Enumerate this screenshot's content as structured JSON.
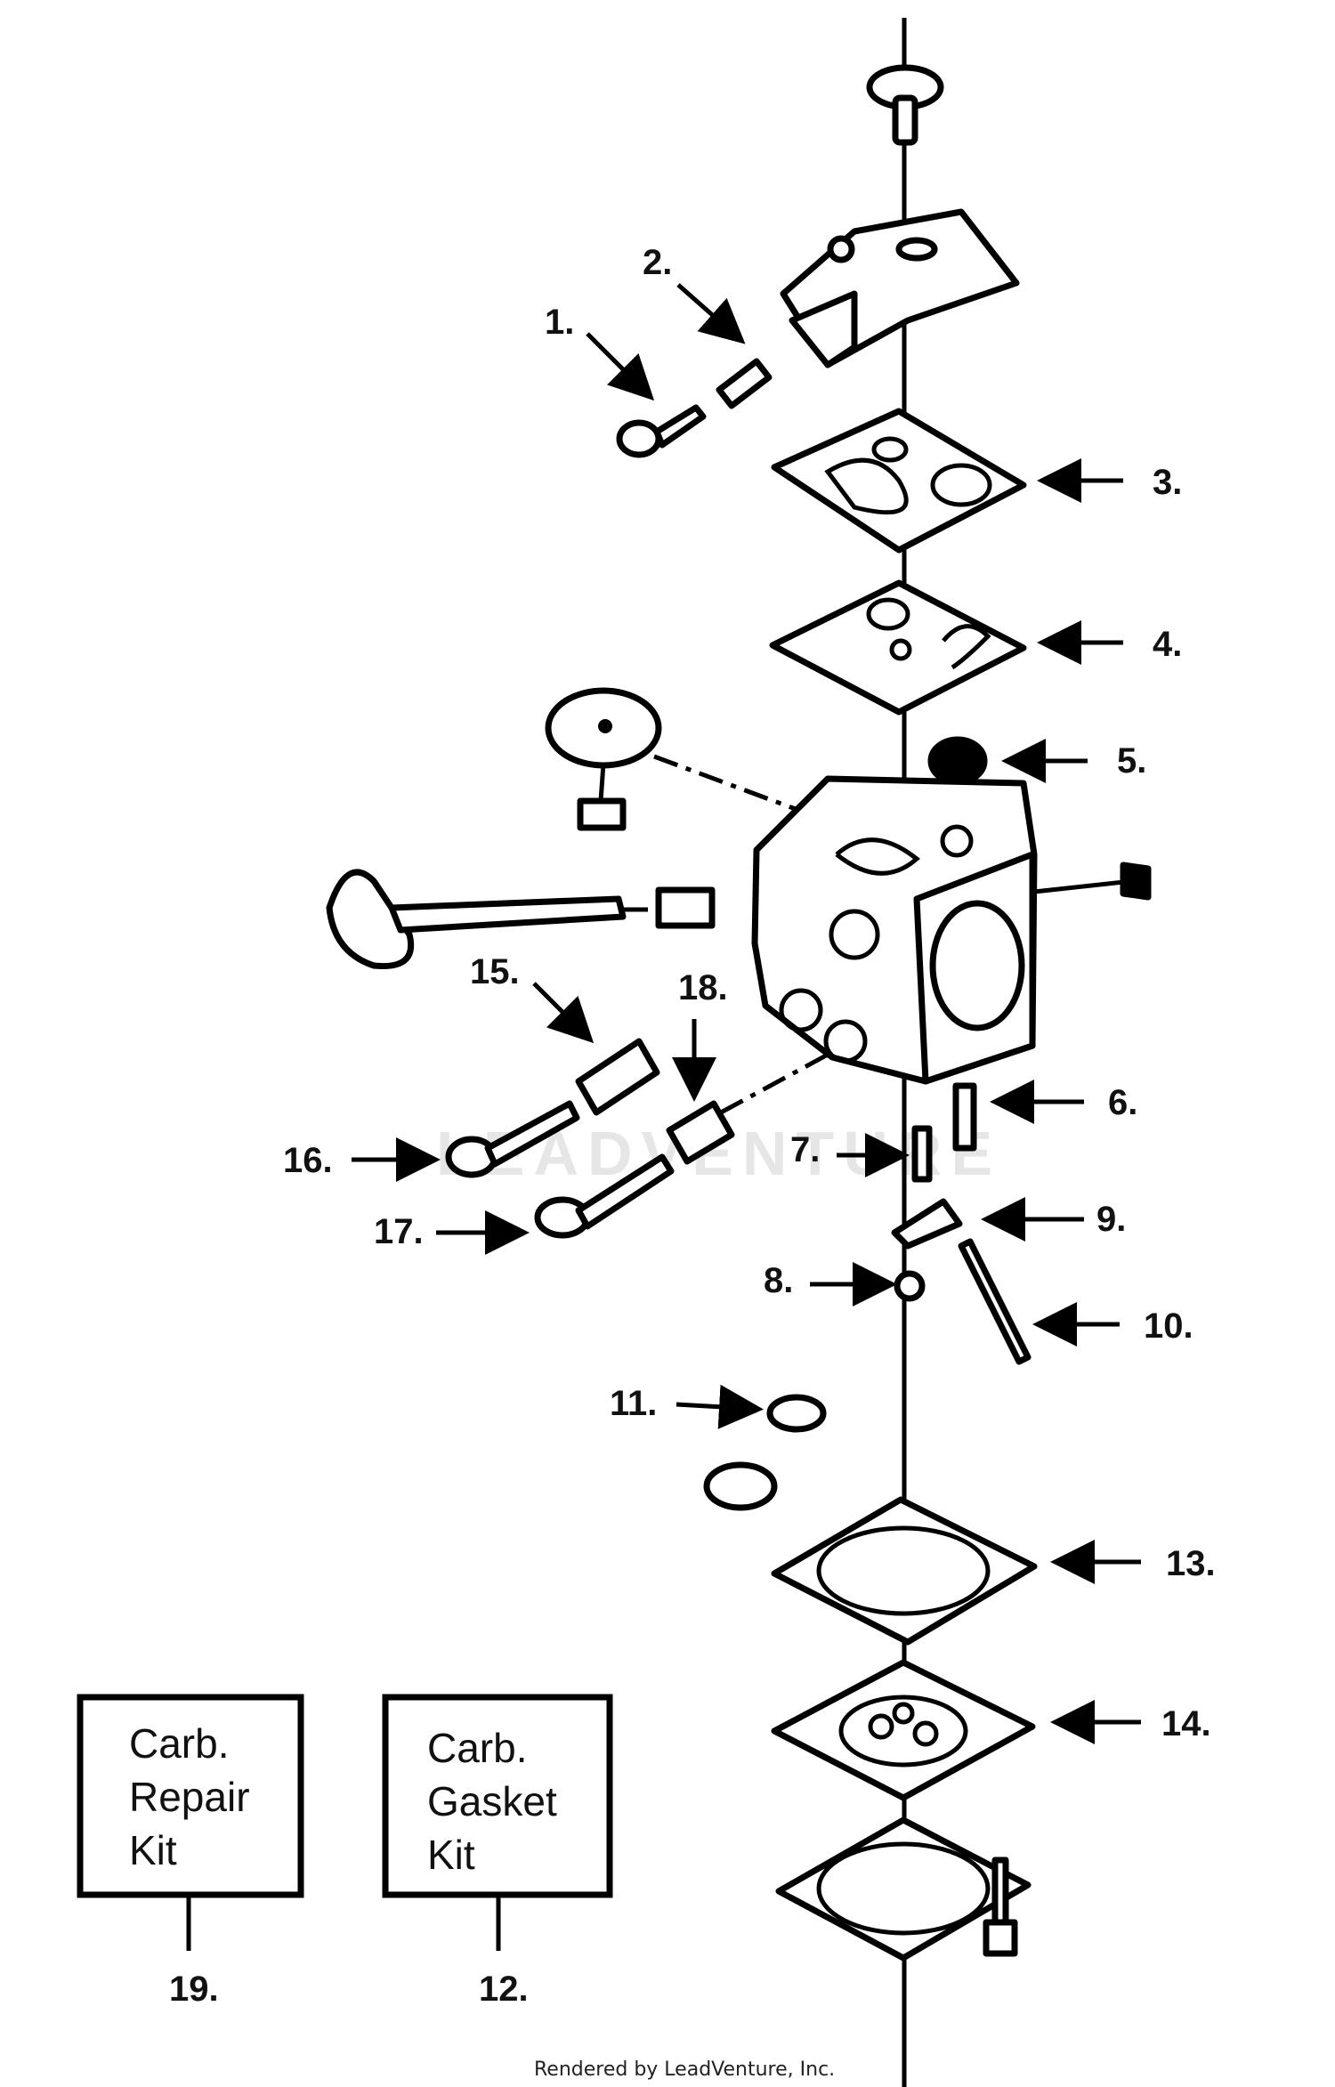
{
  "labels": {
    "p1": "1.",
    "p2": "2.",
    "p3": "3.",
    "p4": "4.",
    "p5": "5.",
    "p6": "6.",
    "p7": "7.",
    "p8": "8.",
    "p9": "9.",
    "p10": "10.",
    "p11": "11.",
    "p12": "12.",
    "p13": "13.",
    "p14": "14.",
    "p15": "15.",
    "p16": "16.",
    "p17": "17.",
    "p18": "18.",
    "p19": "19."
  },
  "kits": {
    "repair": {
      "line1": "Carb.",
      "line2": "Repair",
      "line3": "Kit"
    },
    "gasket": {
      "line1": "Carb.",
      "line2": "Gasket",
      "line3": "Kit"
    }
  },
  "watermark": "LEADVENTURE",
  "footer": {
    "credit": "Rendered by LeadVenture, Inc."
  }
}
